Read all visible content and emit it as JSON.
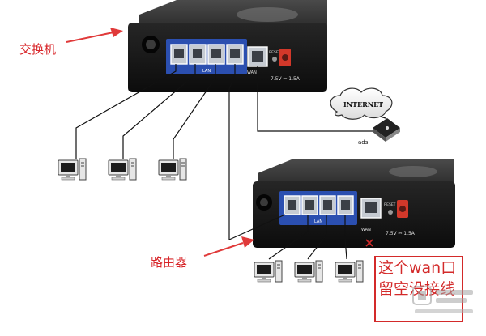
{
  "labels": {
    "switch": "交换机",
    "router": "路由器",
    "note": "这个wan口留空没接线"
  },
  "device_markings": {
    "top": {
      "lan": "LAN",
      "wan": "WAN",
      "reset": "RESET",
      "power": "7.5V ⎓ 1.5A"
    },
    "bottom": {
      "lan": "LAN",
      "wan": "WAN",
      "reset": "RESET",
      "power": "7.5V ⎓ 1.5A"
    }
  },
  "internet": {
    "cloud_label": "INTERNET",
    "modem_label": "adsl"
  },
  "colors": {
    "annotation_red": "#d8262a",
    "port_panel_blue": "#2b4fb0",
    "power_jack": "#d2382a"
  }
}
